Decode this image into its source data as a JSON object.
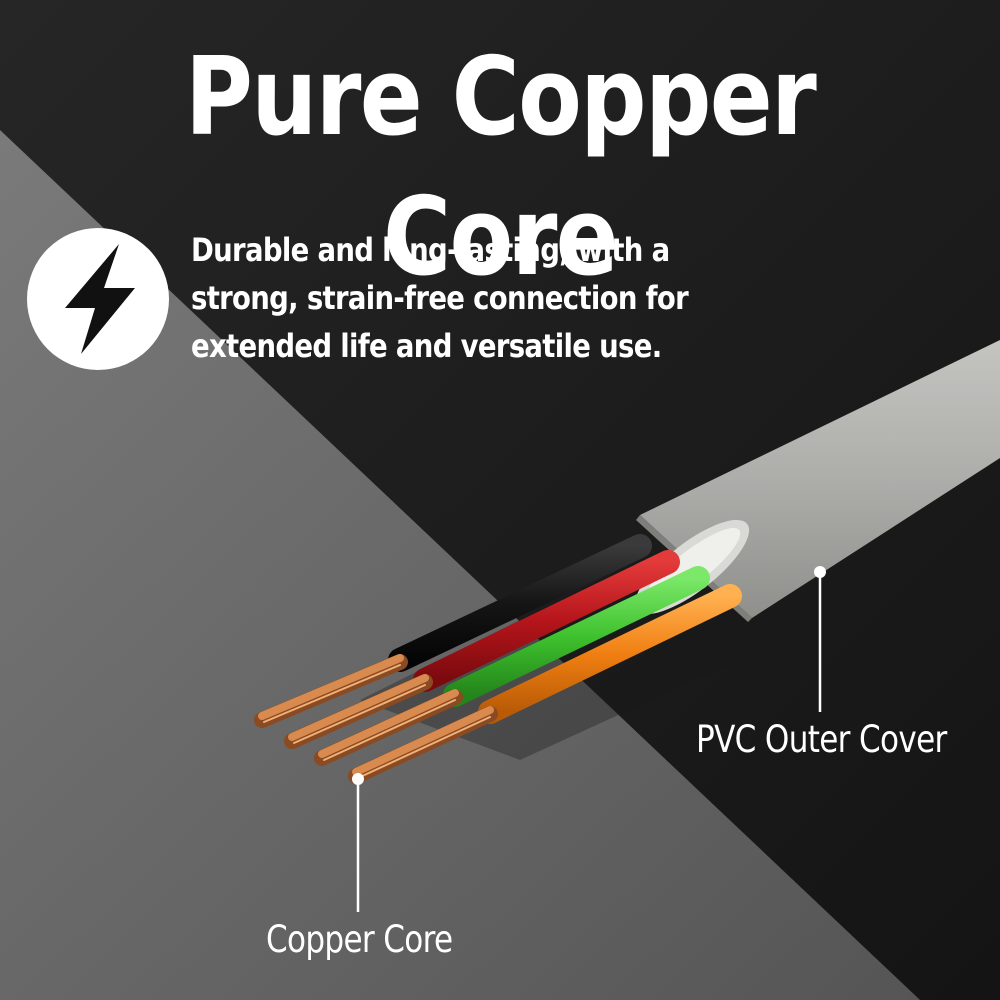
{
  "title": "Pure Copper Core",
  "feature": {
    "icon": "lightning-bolt-icon",
    "description": "Durable and long-lasting, with a strong, strain-free connection for extended life and versatile use."
  },
  "callouts": {
    "outer_cover": "PVC Outer Cover",
    "core": "Copper Core"
  },
  "colors": {
    "background_dark": "#1c1c1c",
    "background_grey": "#6e6e6e",
    "jacket": "#b0b0ad",
    "wire_black": "#1a1a1a",
    "wire_red": "#b5151b",
    "wire_green": "#3fc12e",
    "wire_orange": "#f07f12",
    "copper": "#c9793f",
    "text": "#ffffff"
  }
}
